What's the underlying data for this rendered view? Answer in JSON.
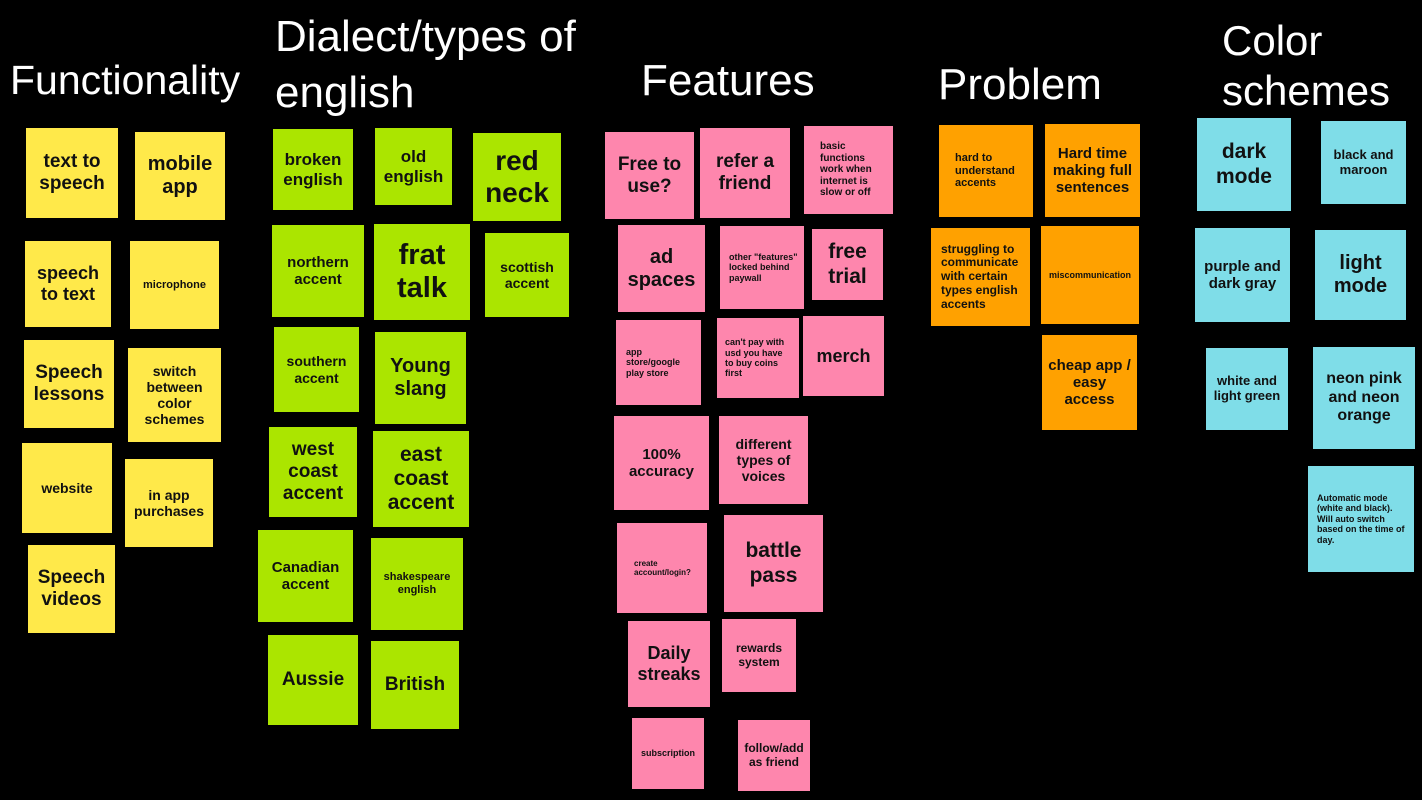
{
  "colors": {
    "background": "#000000",
    "functionality": "#ffe94a",
    "dialect": "#abe500",
    "features": "#fe86ad",
    "problem": "#ffa100",
    "color_schemes": "#7fdde8"
  },
  "headings": {
    "functionality": "Functionality",
    "dialect_line1": "Dialect/types of",
    "dialect_line2": "english",
    "features": "Features",
    "problem": "Problem",
    "color_schemes_line1": "Color",
    "color_schemes_line2": "schemes"
  },
  "functionality": [
    "text to speech",
    "mobile app",
    "speech to text",
    "microphone",
    "Speech lessons",
    "switch between color schemes",
    "website",
    "in app purchases",
    "Speech videos"
  ],
  "dialect": [
    "broken english",
    "old english",
    "red neck",
    "northern accent",
    "frat talk",
    "scottish accent",
    "southern accent",
    "Young slang",
    "west coast accent",
    "east coast accent",
    "Canadian accent",
    "shakespeare english",
    "Aussie",
    "British"
  ],
  "features": [
    "Free to use?",
    "refer a friend",
    "basic functions work when internet is slow or off",
    "ad spaces",
    "other \"features\" locked behind paywall",
    "free trial",
    "app store/google play store",
    "can't pay with usd you have to buy coins first",
    "merch",
    "100% accuracy",
    "different types of voices",
    "create account/login?",
    "battle pass",
    "Daily streaks",
    "rewards system",
    "subscription",
    "follow/add as friend"
  ],
  "problem": [
    "hard to understand accents",
    "Hard time making full sentences",
    "struggling to communicate with certain types english accents",
    "miscommunication",
    "cheap app / easy access"
  ],
  "color_schemes": [
    "dark mode",
    "black and maroon",
    "purple and dark gray",
    "light mode",
    "white and light green",
    "neon pink and neon orange",
    "Automatic mode (white and black). Will auto switch based on the time of day."
  ]
}
